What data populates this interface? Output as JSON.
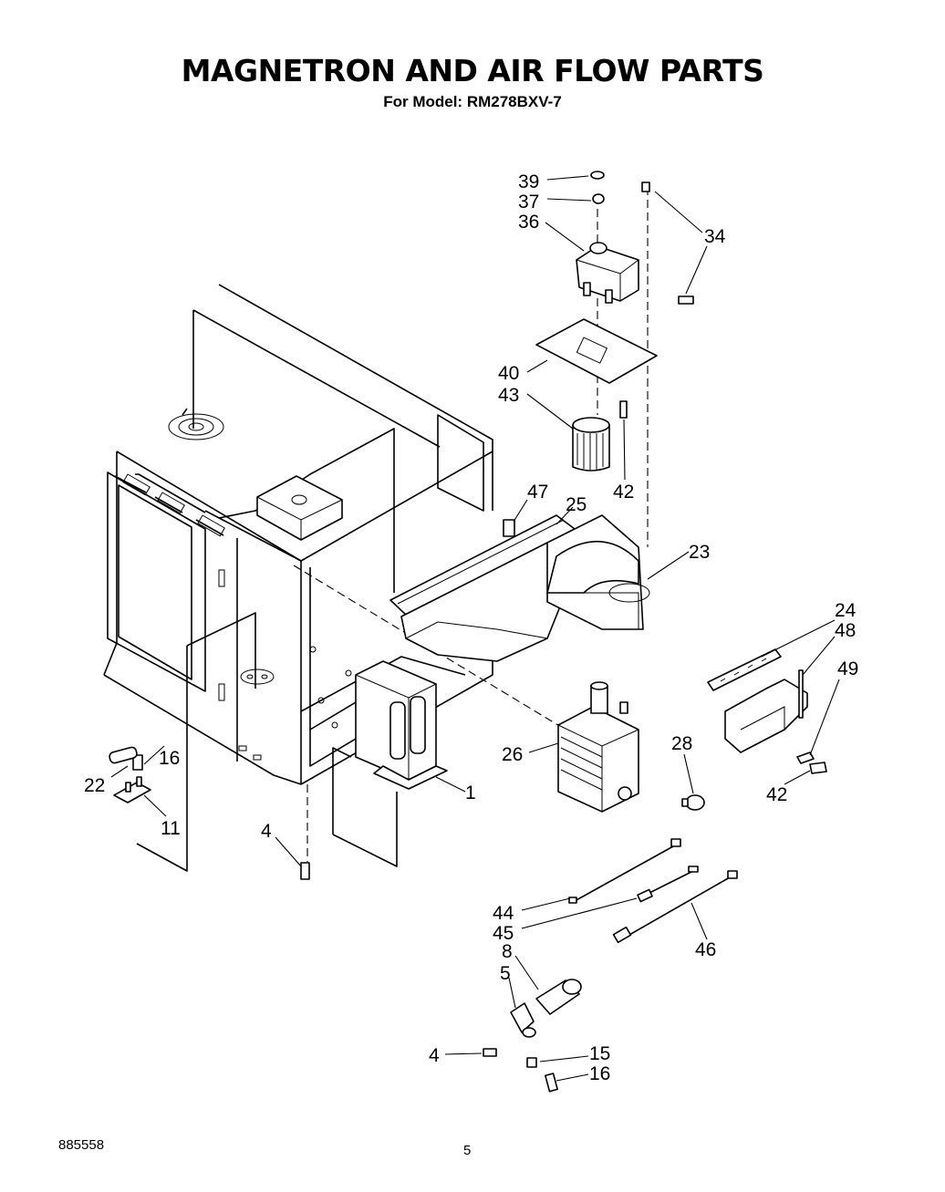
{
  "title": "MAGNETRON AND AIR FLOW PARTS",
  "subtitle": "For Model: RM278BXV-7",
  "doc_number": "885558",
  "page_number": "5",
  "callouts": [
    {
      "id": "39",
      "text": "39"
    },
    {
      "id": "37",
      "text": "37"
    },
    {
      "id": "36",
      "text": "36"
    },
    {
      "id": "34",
      "text": "34"
    },
    {
      "id": "40",
      "text": "40"
    },
    {
      "id": "43",
      "text": "43"
    },
    {
      "id": "42a",
      "text": "42"
    },
    {
      "id": "47",
      "text": "47"
    },
    {
      "id": "25",
      "text": "25"
    },
    {
      "id": "23",
      "text": "23"
    },
    {
      "id": "24",
      "text": "24"
    },
    {
      "id": "48",
      "text": "48"
    },
    {
      "id": "49",
      "text": "49"
    },
    {
      "id": "28",
      "text": "28"
    },
    {
      "id": "26",
      "text": "26"
    },
    {
      "id": "42b",
      "text": "42"
    },
    {
      "id": "1",
      "text": "1"
    },
    {
      "id": "16a",
      "text": "16"
    },
    {
      "id": "22",
      "text": "22"
    },
    {
      "id": "11",
      "text": "11"
    },
    {
      "id": "4a",
      "text": "4"
    },
    {
      "id": "44",
      "text": "44"
    },
    {
      "id": "45",
      "text": "45"
    },
    {
      "id": "46",
      "text": "46"
    },
    {
      "id": "8",
      "text": "8"
    },
    {
      "id": "5",
      "text": "5"
    },
    {
      "id": "4b",
      "text": "4"
    },
    {
      "id": "15",
      "text": "15"
    },
    {
      "id": "16b",
      "text": "16"
    }
  ]
}
